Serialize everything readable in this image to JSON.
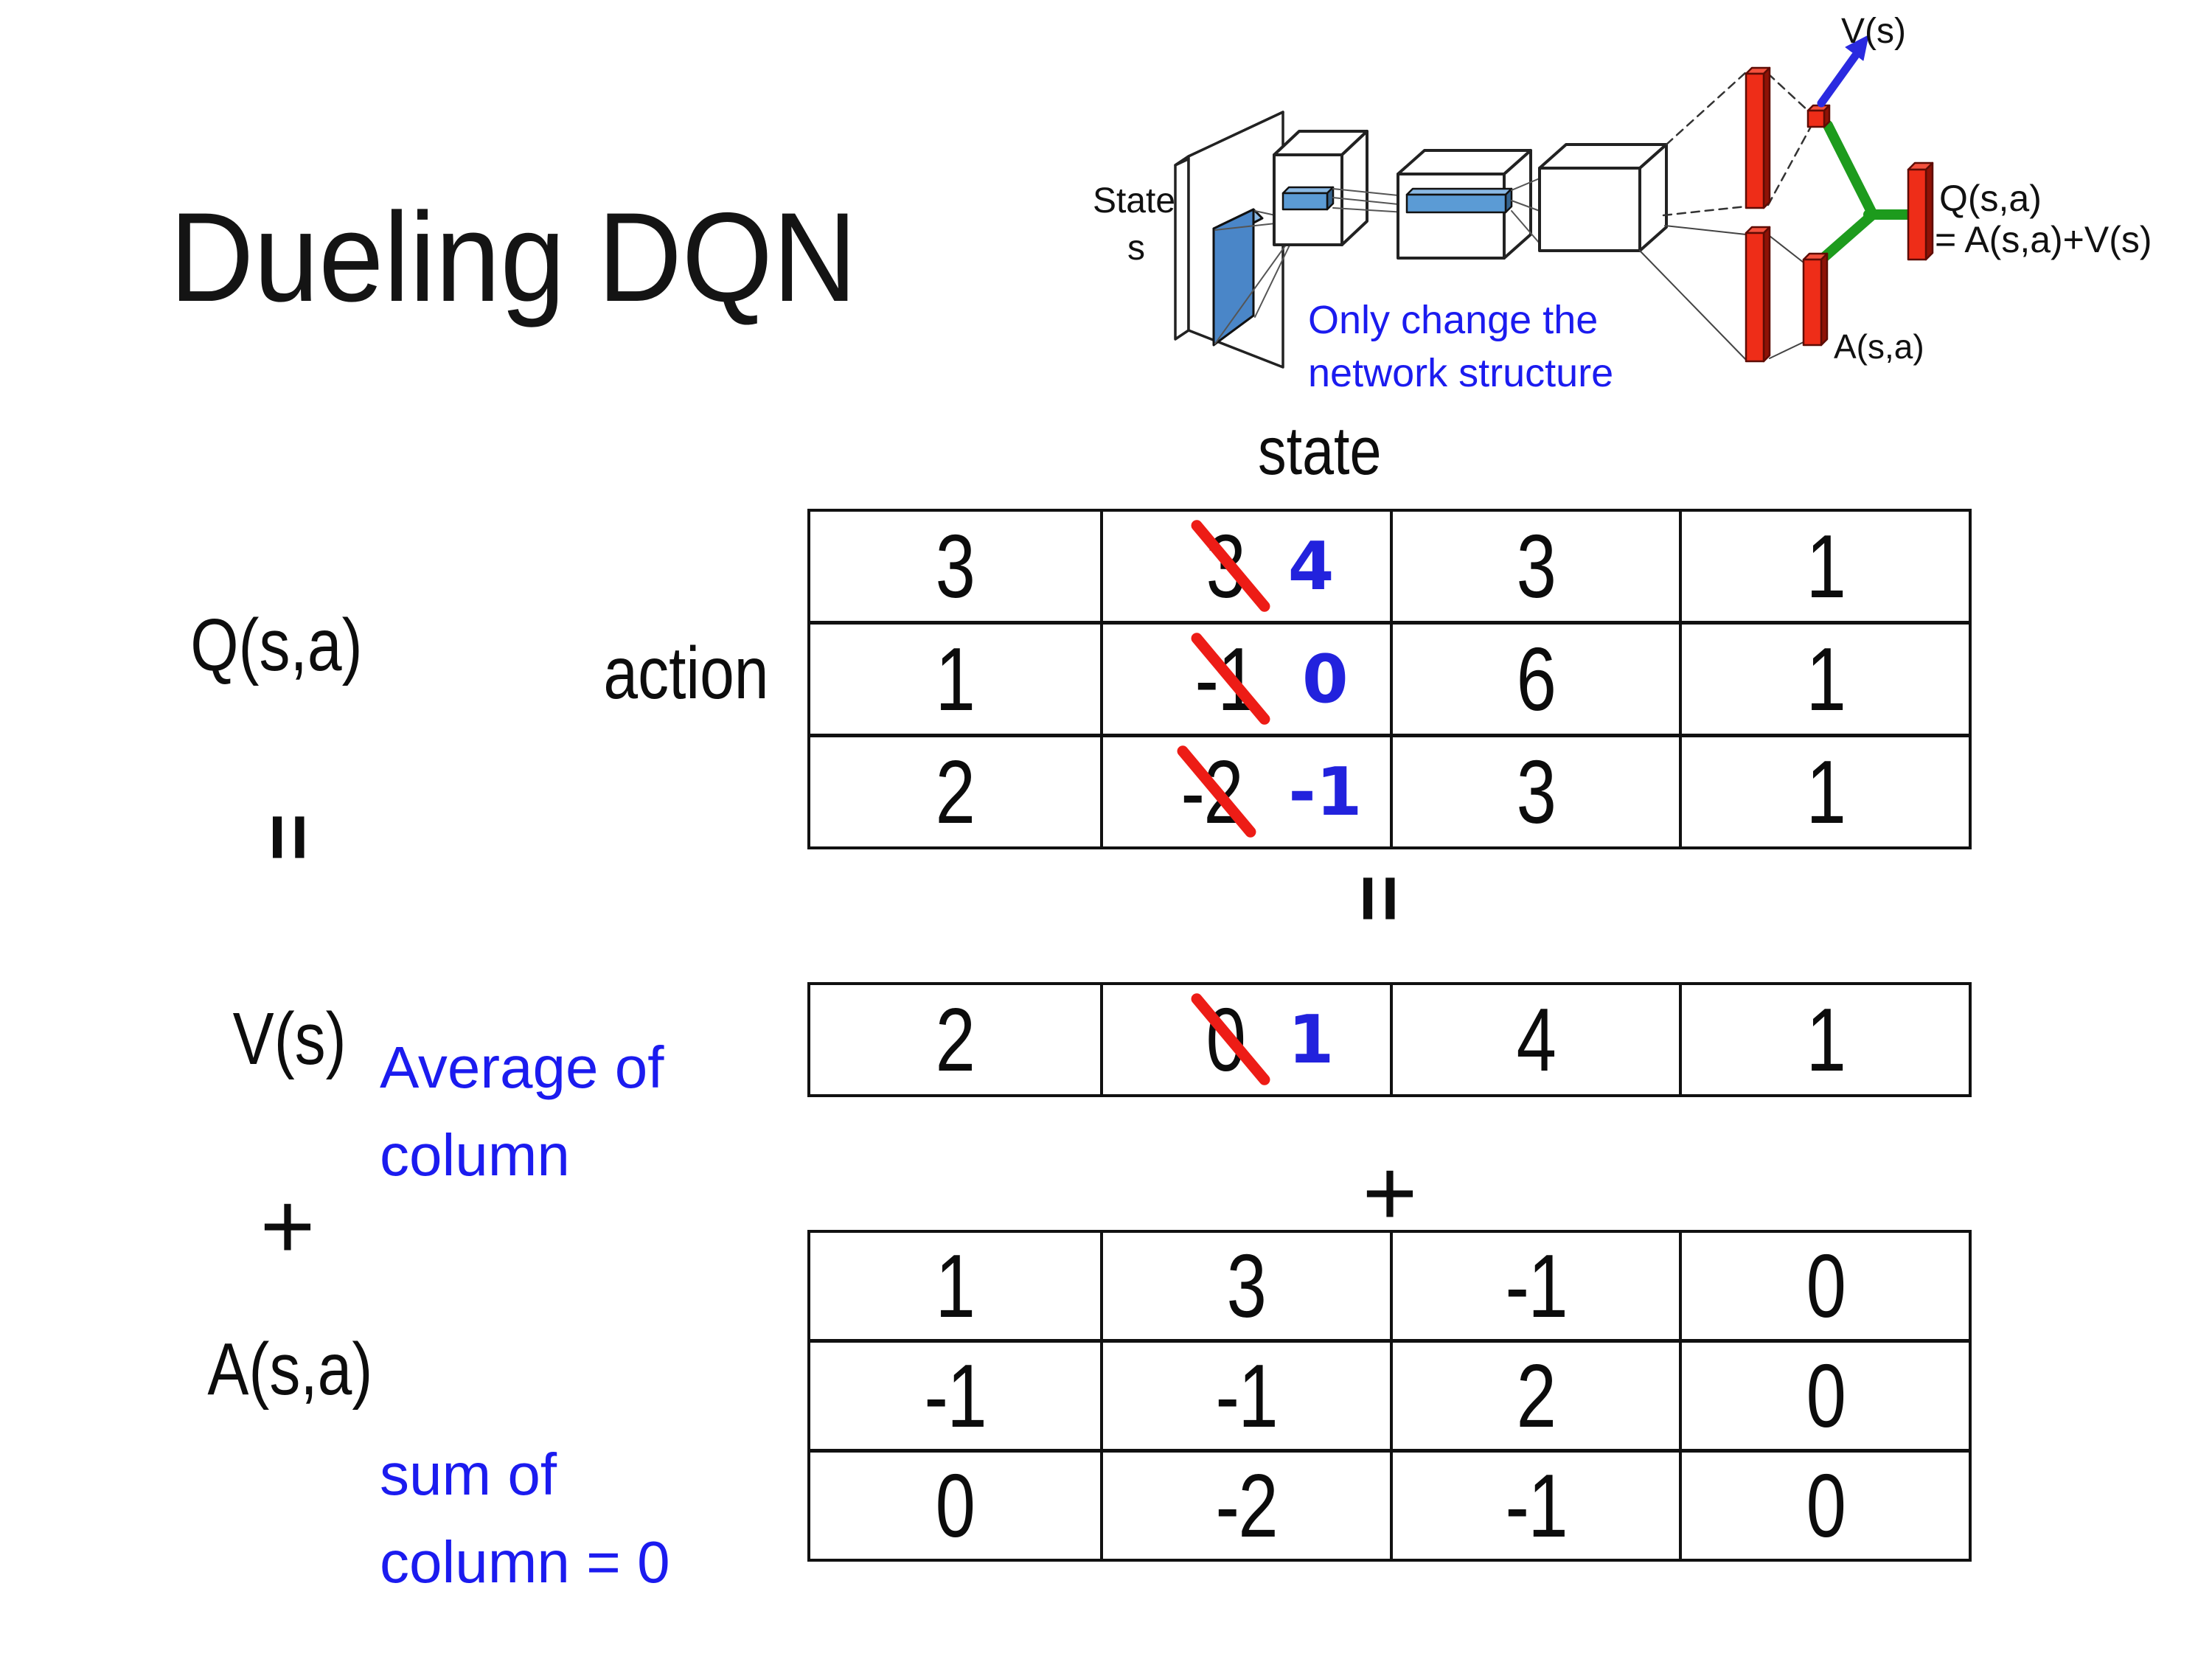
{
  "title": "Dueling DQN",
  "diagram": {
    "state_label_line1": "State",
    "state_label_line2": "s",
    "note_line1": "Only change the",
    "note_line2": "network structure",
    "v_output_label": "V(s)",
    "a_output_label": "A(s,a)",
    "q_output_label_line1": "Q(s,a)",
    "q_output_label_line2": "= A(s,a)+V(s)",
    "colors": {
      "red_bar": "#ee2d18",
      "red_bar_side": "#8f1206",
      "conv_blue": "#5b9bd5",
      "conv_blue_dark": "#36648f",
      "conv_blue_light": "#8ab9e4",
      "green_link": "#1d9b1d",
      "arrow_blue": "#2a2ae0",
      "note_blue": "#1b1bef"
    }
  },
  "equation": {
    "q_label": "Q(s,a)",
    "equals_left": "=",
    "v_label": "V(s)",
    "plus_left": "+",
    "a_label": "A(s,a)",
    "avg_note_line1": "Average of",
    "avg_note_line2": "column",
    "sum_note_line1": "sum of",
    "sum_note_line2": "column = 0",
    "state_axis_label": "state",
    "action_axis_label": "action",
    "equals_mid": "=",
    "plus_mid": "+",
    "strike_color": "#ed1c16",
    "replacement_color": "#2222dd"
  },
  "tables": {
    "q": [
      [
        "3",
        {
          "old": "3",
          "new": "4"
        },
        "3",
        "1"
      ],
      [
        "1",
        {
          "old": "-1",
          "new": "0"
        },
        "6",
        "1"
      ],
      [
        "2",
        {
          "old": "-2",
          "new": "-1"
        },
        "3",
        "1"
      ]
    ],
    "v": [
      [
        "2",
        {
          "old": "0",
          "new": "1"
        },
        "4",
        "1"
      ]
    ],
    "a": [
      [
        "1",
        "3",
        "-1",
        "0"
      ],
      [
        "-1",
        "-1",
        "2",
        "0"
      ],
      [
        "0",
        "-2",
        "-1",
        "0"
      ]
    ]
  }
}
